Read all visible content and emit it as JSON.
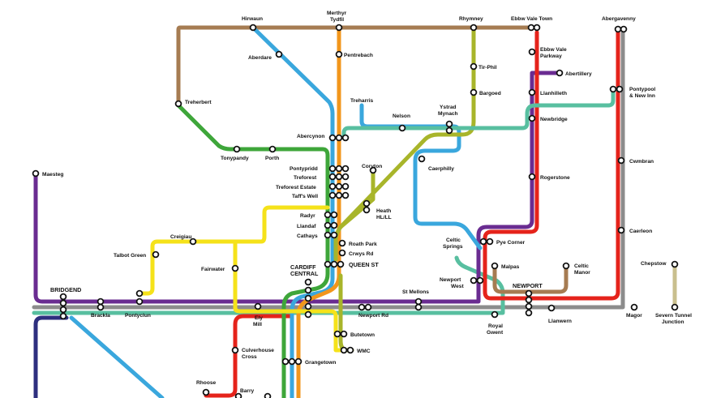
{
  "lines": [
    {
      "id": "brown",
      "color": "#a67c52"
    },
    {
      "id": "blue",
      "color": "#3aa7dd"
    },
    {
      "id": "orange",
      "color": "#f2961c"
    },
    {
      "id": "green",
      "color": "#3ea63a"
    },
    {
      "id": "olive",
      "color": "#a8b52a"
    },
    {
      "id": "teal",
      "color": "#58bfa0"
    },
    {
      "id": "red",
      "color": "#e5231b"
    },
    {
      "id": "purple",
      "color": "#6a2c91"
    },
    {
      "id": "grey",
      "color": "#8c8c8c"
    },
    {
      "id": "yellow",
      "color": "#f5e21a"
    },
    {
      "id": "tan",
      "color": "#c9bf8e"
    },
    {
      "id": "navy",
      "color": "#2e2f7f"
    }
  ],
  "stations": {
    "hirwaun": "Hirwaun",
    "merthyr_1": "Merthyr",
    "merthyr_2": "Tydfil",
    "rhymney": "Rhymney",
    "ebbw_vale_town": "Ebbw Vale Town",
    "abergavenny": "Abergavenny",
    "aberdare": "Aberdare",
    "pentrebach": "Pentrebach",
    "tir_phil": "Tir-Phil",
    "ebbw_vale_parkway_1": "Ebbw Vale",
    "ebbw_vale_parkway_2": "Parkway",
    "abertillery": "Abertillery",
    "bargoed": "Bargoed",
    "llanhilleth": "Llanhilleth",
    "pontypool_1": "Pontypool",
    "pontypool_2": "& New Inn",
    "treherbert": "Treherbert",
    "treharris": "Treharris",
    "nelson": "Nelson",
    "ystrad_mynach_1": "Ystrad",
    "ystrad_mynach_2": "Mynach",
    "newbridge": "Newbridge",
    "abercynon": "Abercynon",
    "tonypandy": "Tonypandy",
    "porth": "Porth",
    "caerphilly": "Caerphilly",
    "cwmbran": "Cwmbran",
    "maesteg": "Maesteg",
    "coryton": "Coryton",
    "pontypridd": "Pontypridd",
    "treforest": "Treforest",
    "treforest_estate": "Treforest Estate",
    "taffs_well": "Taff's Well",
    "rogerstone": "Rogerstone",
    "radyr": "Radyr",
    "heath_1": "Heath",
    "heath_2": "HL/LL",
    "llandaf": "Llandaf",
    "cathays": "Cathays",
    "caerleon": "Caerleon",
    "creigiau": "Creigiau",
    "celtic_springs_1": "Celtic",
    "celtic_springs_2": "Springs",
    "pye_corner": "Pye Corner",
    "roath_park": "Roath Park",
    "talbot_green": "Talbot Green",
    "crwys_rd": "Crwys Rd",
    "chepstow": "Chepstow",
    "queen_st": "QUEEN ST",
    "malpas": "Malpas",
    "celtic_manor_1": "Celtic",
    "celtic_manor_2": "Manor",
    "fairwater": "Fairwater",
    "cardiff_central_1": "CARDIFF",
    "cardiff_central_2": "CENTRAL",
    "newport_west_1": "Newport",
    "newport_west_2": "West",
    "newport": "NEWPORT",
    "bridgend": "BRIDGEND",
    "st_mellons": "St Mellons",
    "brackla": "Brackla",
    "pontyclun": "Pontyclun",
    "ely_mill_1": "Ely",
    "ely_mill_2": "Mill",
    "newport_rd": "Newport Rd",
    "llanwern": "Llanwern",
    "magor": "Magor",
    "severn_tunnel_1": "Severn Tunnel",
    "severn_tunnel_2": "Junction",
    "royal_gwent_1": "Royal",
    "royal_gwent_2": "Gwent",
    "butetown": "Butetown",
    "culverhouse_1": "Culverhouse",
    "culverhouse_2": "Cross",
    "grangetown": "Grangetown",
    "wmc": "WMC",
    "rhoose": "Rhoose",
    "barry": "Barry"
  }
}
